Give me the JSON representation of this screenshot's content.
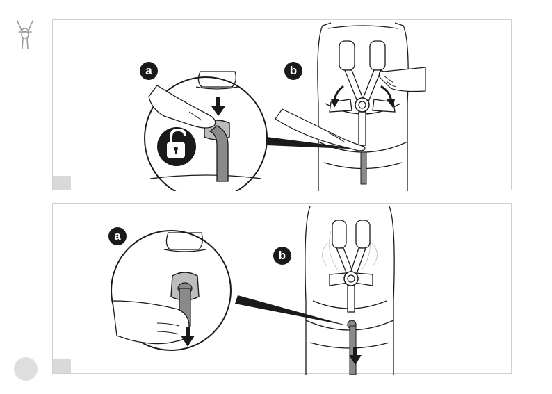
{
  "figure1": {
    "label_a": "a",
    "label_b": "b"
  },
  "figure2": {
    "label_a": "a",
    "label_b": "b"
  },
  "icons": {
    "section": "harness-icon",
    "unlock": "unlock-padlock-icon",
    "arrow": "arrow-down-icon",
    "page": "page-number-circle"
  },
  "colors": {
    "ink": "#1a1a1a",
    "strap": "#8a8a8a",
    "panel_border": "#d0d0d0",
    "corner_box": "#d9d9d9",
    "page_circle": "#dedede"
  }
}
